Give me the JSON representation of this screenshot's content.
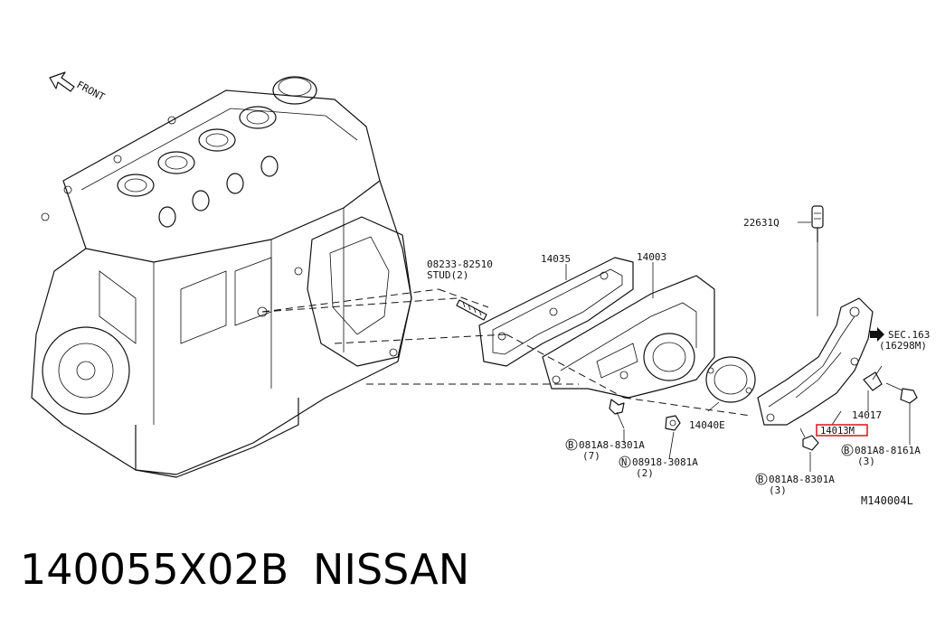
{
  "front_label": "FRONT",
  "callouts": {
    "c22631q": "22631Q",
    "c08233_line1": "08233-82510",
    "c08233_line2": "STUD(2)",
    "c14035": "14035",
    "c14003": "14003",
    "c_sec_line1": "SEC.163",
    "c_sec_line2": "(16298M)",
    "c14017": "14017",
    "c14013m": "14013M",
    "c14040e": "14040E",
    "c_b8301a_left_line1": "081A8-8301A",
    "c_b8301a_left_line2": "(7)",
    "c_n3081a_line1": "08918-3081A",
    "c_n3081a_line2": "(2)",
    "c_b8301a_bottom_line1": "081A8-8301A",
    "c_b8301a_bottom_line2": "(3)",
    "c_b8161a_line1": "081A8-8161A",
    "c_b8161a_line2": "(3)",
    "bolt_b": "B",
    "nut_n": "N"
  },
  "diagram_code": "M140004L",
  "caption_part_number": "140055X02B",
  "caption_brand": "NISSAN",
  "colors": {
    "highlight": "#e0202a",
    "ink": "#111111"
  }
}
